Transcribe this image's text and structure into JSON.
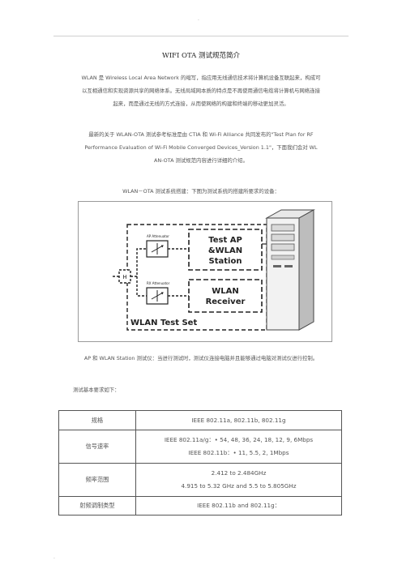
{
  "header": {
    "dot": "."
  },
  "title": "WIFI OTA 测试规范简介",
  "paragraphs": {
    "p1": [
      "WLAN 是 Wireless Local Area Network 的缩写，指应用无线通信技术将计算机设备互联起来，构成可",
      "以互相通信和实现资源共享的网络体系。无线局域网本质的特点是不再使用通信电缆将计算机与网络连接",
      "起来，而是通过无线的方式连接，从而使网络的构建和终端的移动更加灵活。"
    ],
    "p2": [
      "最新的关于 WLAN-OTA 测试参考标准是由 CTIA 和 Wi-Fi Alliance 共同发布的\"Test Plan for RF",
      "Performance Evaluation of Wi-Fi Mobile Converged Devices_Version 1.1\"，下面我们会对 WL",
      "AN-OTA 测试规范内容进行详细的介绍。"
    ],
    "p3": "WLAN－OTA 测试系统搭建：下图为测试系统的搭建所要求的设备：",
    "p4": "AP 和 WLAN Station 测试仪：当进行测试时，测试仪连接电脑并且能够通过电脑对测试仪进行控制。",
    "p5": "测试基本要求如下："
  },
  "diagram": {
    "ap_attenuator": "AP Attenuator",
    "rx_attenuator": "RX Attenuator",
    "test_ap": [
      "Test AP",
      "&WLAN",
      "Station"
    ],
    "receiver": [
      "WLAN",
      "Receiver"
    ],
    "box_label": "WLAN Test Set",
    "splitter_label": "H"
  },
  "table": {
    "rows": [
      {
        "label": "规格",
        "lines": [
          "IEEE  802.11a,  802.11b,  802.11g"
        ]
      },
      {
        "label": "信号速率",
        "lines": [
          "IEEE  802.11a/g：•  54,  48,  36,  24,  18,  12,  9,  6Mbps",
          "IEEE  802.11b：•  11,  5.5,  2,  1Mbps"
        ]
      },
      {
        "label": "频率范围",
        "lines": [
          "2.412  to  2.484GHz",
          "4.915  to  5.32  GHz  and  5.5  to  5.805GHz"
        ]
      },
      {
        "label": "射频调制类型",
        "lines": [
          "IEEE  802.11b  and  802.11g："
        ]
      }
    ]
  },
  "footer": {
    "dot": "."
  }
}
